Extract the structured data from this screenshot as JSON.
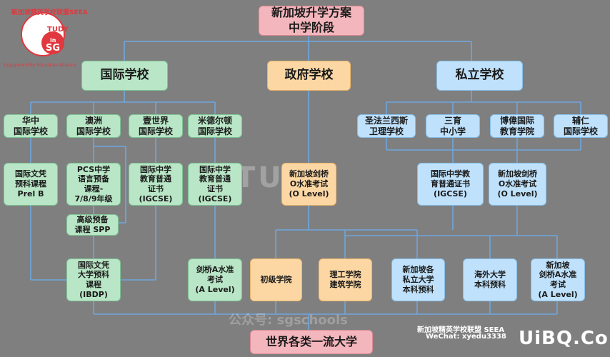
{
  "title": "新加坡升学方案\n中学阶段",
  "level1": {
    "intl": "国际学校",
    "gov": "政府学校",
    "priv": "私立学校"
  },
  "intl_schools": {
    "huazhong": "华中\n国际学校",
    "aozhou": "澳洲\n国际学校",
    "yishijie": "壹世界\n国际学校",
    "midelton": "米德尔顿\n国际学校"
  },
  "priv_schools": {
    "sfx": "圣法兰西斯\n卫理学校",
    "sanyu": "三育\n中小学",
    "boyi": "博偉国际\n教育学院",
    "furen": "辅仁\n国际学校"
  },
  "programs": {
    "prel_b": "国际文凭\n预科课程\nPrel B",
    "pcs": "PCS中学\n语言预备\n课程-\n7/8/9年级",
    "spp": "高级预备\n课程 SPP",
    "igcse_yishijie": "国际中学\n教育普通\n证书\n(IGCSE)",
    "igcse_midelton": "国际中学\n教育普通\n证书\n(IGCSE)",
    "gov_olevel": "新加坡剑桥\nO水准考试\n(O Level)",
    "priv_igcse": "国际中学教\n育普通证书\n(IGCSE)",
    "priv_olevel": "新加坡剑桥\nO水准考试\n(O Level)"
  },
  "outcomes": {
    "ibdp": "国际文凭\n大学预科\n课程\n(IBDP)",
    "alevel_intl": "剑桥A水准\n考试\n(A Level)",
    "junior_college": "初级学院",
    "polytechnic": "理工学院\n建筑学院",
    "private_uni": "新加坡各\n私立大学\n本科预科",
    "overseas": "海外大学\n本科预科",
    "alevel_sg": "新加坡\n剑桥A水准\n考试\n(A Level)"
  },
  "final": "世界各类一流大学",
  "logo": {
    "arc_text": "新加坡精英学校联盟SEEA",
    "sub_text": "Singapore Elite Education Alliance",
    "badge_top": "TUDY",
    "badge_mid": "in",
    "badge_bottom": "SG"
  },
  "watermark": {
    "big": "TUDY",
    "bottom": "公众号: sgschools"
  },
  "credit": {
    "line1": "新加坡精英学校联盟 SEEA",
    "line2": "WeChat: xyedu3338"
  },
  "brand": "UiBQ.CoM",
  "colors": {
    "line": "#6fa7e0",
    "pink": "#f4b6bd",
    "green": "#b9e6c6",
    "orange": "#fcd7a4",
    "blue": "#bfe1fb",
    "badge": "#e0383e"
  }
}
